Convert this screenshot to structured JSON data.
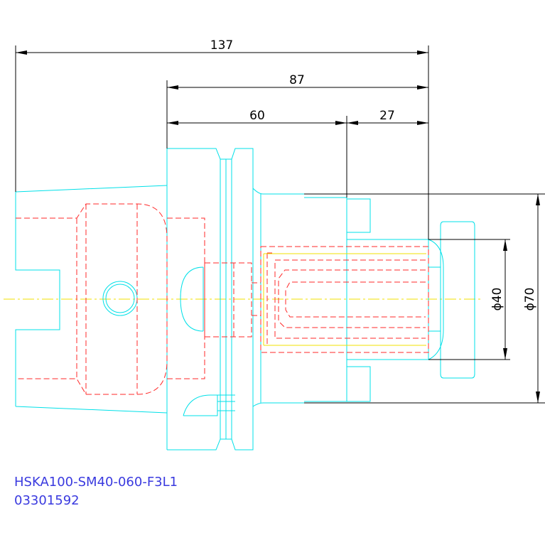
{
  "dimensions": {
    "overall_length": "137",
    "length_87": "87",
    "length_60": "60",
    "length_27": "27",
    "diameter_40": "ϕ40",
    "diameter_70": "ϕ70"
  },
  "caption": {
    "part_number": "HSKA100-SM40-060-F3L1",
    "order_number": "03301592"
  },
  "colors": {
    "outline": "#00e0e8",
    "hidden_lines": "#ff2a2a",
    "centerline": "#f0e000",
    "dimension": "#000000",
    "caption": "#3a3adf"
  }
}
